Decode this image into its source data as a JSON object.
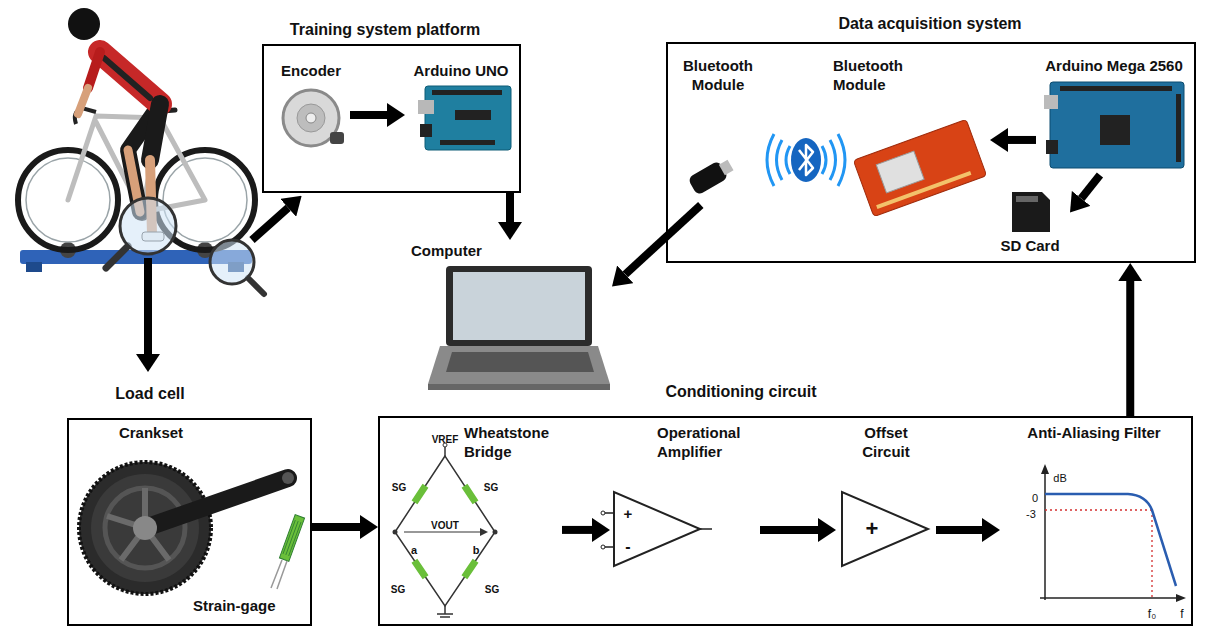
{
  "diagram": {
    "nodes": [
      {
        "text": [
          "Training system platform"
        ]
      },
      {
        "text": [
          "Encoder"
        ],
        "in": 0
      },
      {
        "text": [
          "Arduino UNO"
        ],
        "in": 0
      },
      {
        "text": [
          "Data acquisition system"
        ]
      },
      {
        "text": [
          "Bluetooth Module"
        ],
        "in": 3
      },
      {
        "text": [
          "Bluetooth Module"
        ],
        "in": 3
      },
      {
        "text": [
          "Arduino Mega 2560"
        ],
        "in": 3
      },
      {
        "text": [
          "SD Card"
        ],
        "in": 3
      },
      {
        "text": [
          "Computer"
        ]
      },
      {
        "text": [
          "Load cell"
        ]
      },
      {
        "text": [
          "Crankset"
        ],
        "in": 9
      },
      {
        "text": [
          "Strain-gage"
        ],
        "in": 9
      },
      {
        "text": [
          "Conditioning circuit"
        ]
      },
      {
        "text": [
          "Wheatstone Bridge"
        ],
        "in": 12
      },
      {
        "text": [
          "Operational Amplifier"
        ],
        "in": 12
      },
      {
        "text": [
          "Offset Circuit"
        ],
        "in": 12
      },
      {
        "text": [
          "Anti-Aliasing Filter"
        ],
        "in": 12
      }
    ],
    "edges": [
      {
        "from": 1,
        "to": 2,
        "arrow": "to"
      },
      {
        "from": 0,
        "to": 8,
        "arrow": "to"
      },
      {
        "from": 4,
        "to": 8,
        "arrow": "to"
      },
      {
        "from": 6,
        "to": 5,
        "arrow": "to"
      },
      {
        "from": 6,
        "to": 7,
        "arrow": "to"
      },
      {
        "from": 9,
        "to": 12,
        "arrow": "to"
      },
      {
        "from": 13,
        "to": 14,
        "arrow": "to"
      },
      {
        "from": 14,
        "to": 15,
        "arrow": "to"
      },
      {
        "from": 15,
        "to": 16,
        "arrow": "to"
      },
      {
        "from": 12,
        "to": 3,
        "arrow": "to"
      }
    ],
    "labels": [
      "VREF",
      "SG",
      "SG",
      "a",
      "VOUT",
      "b",
      "SG",
      "SG",
      "+",
      "-",
      "+",
      "dB",
      "0",
      "-3",
      "f₀",
      "f"
    ]
  }
}
